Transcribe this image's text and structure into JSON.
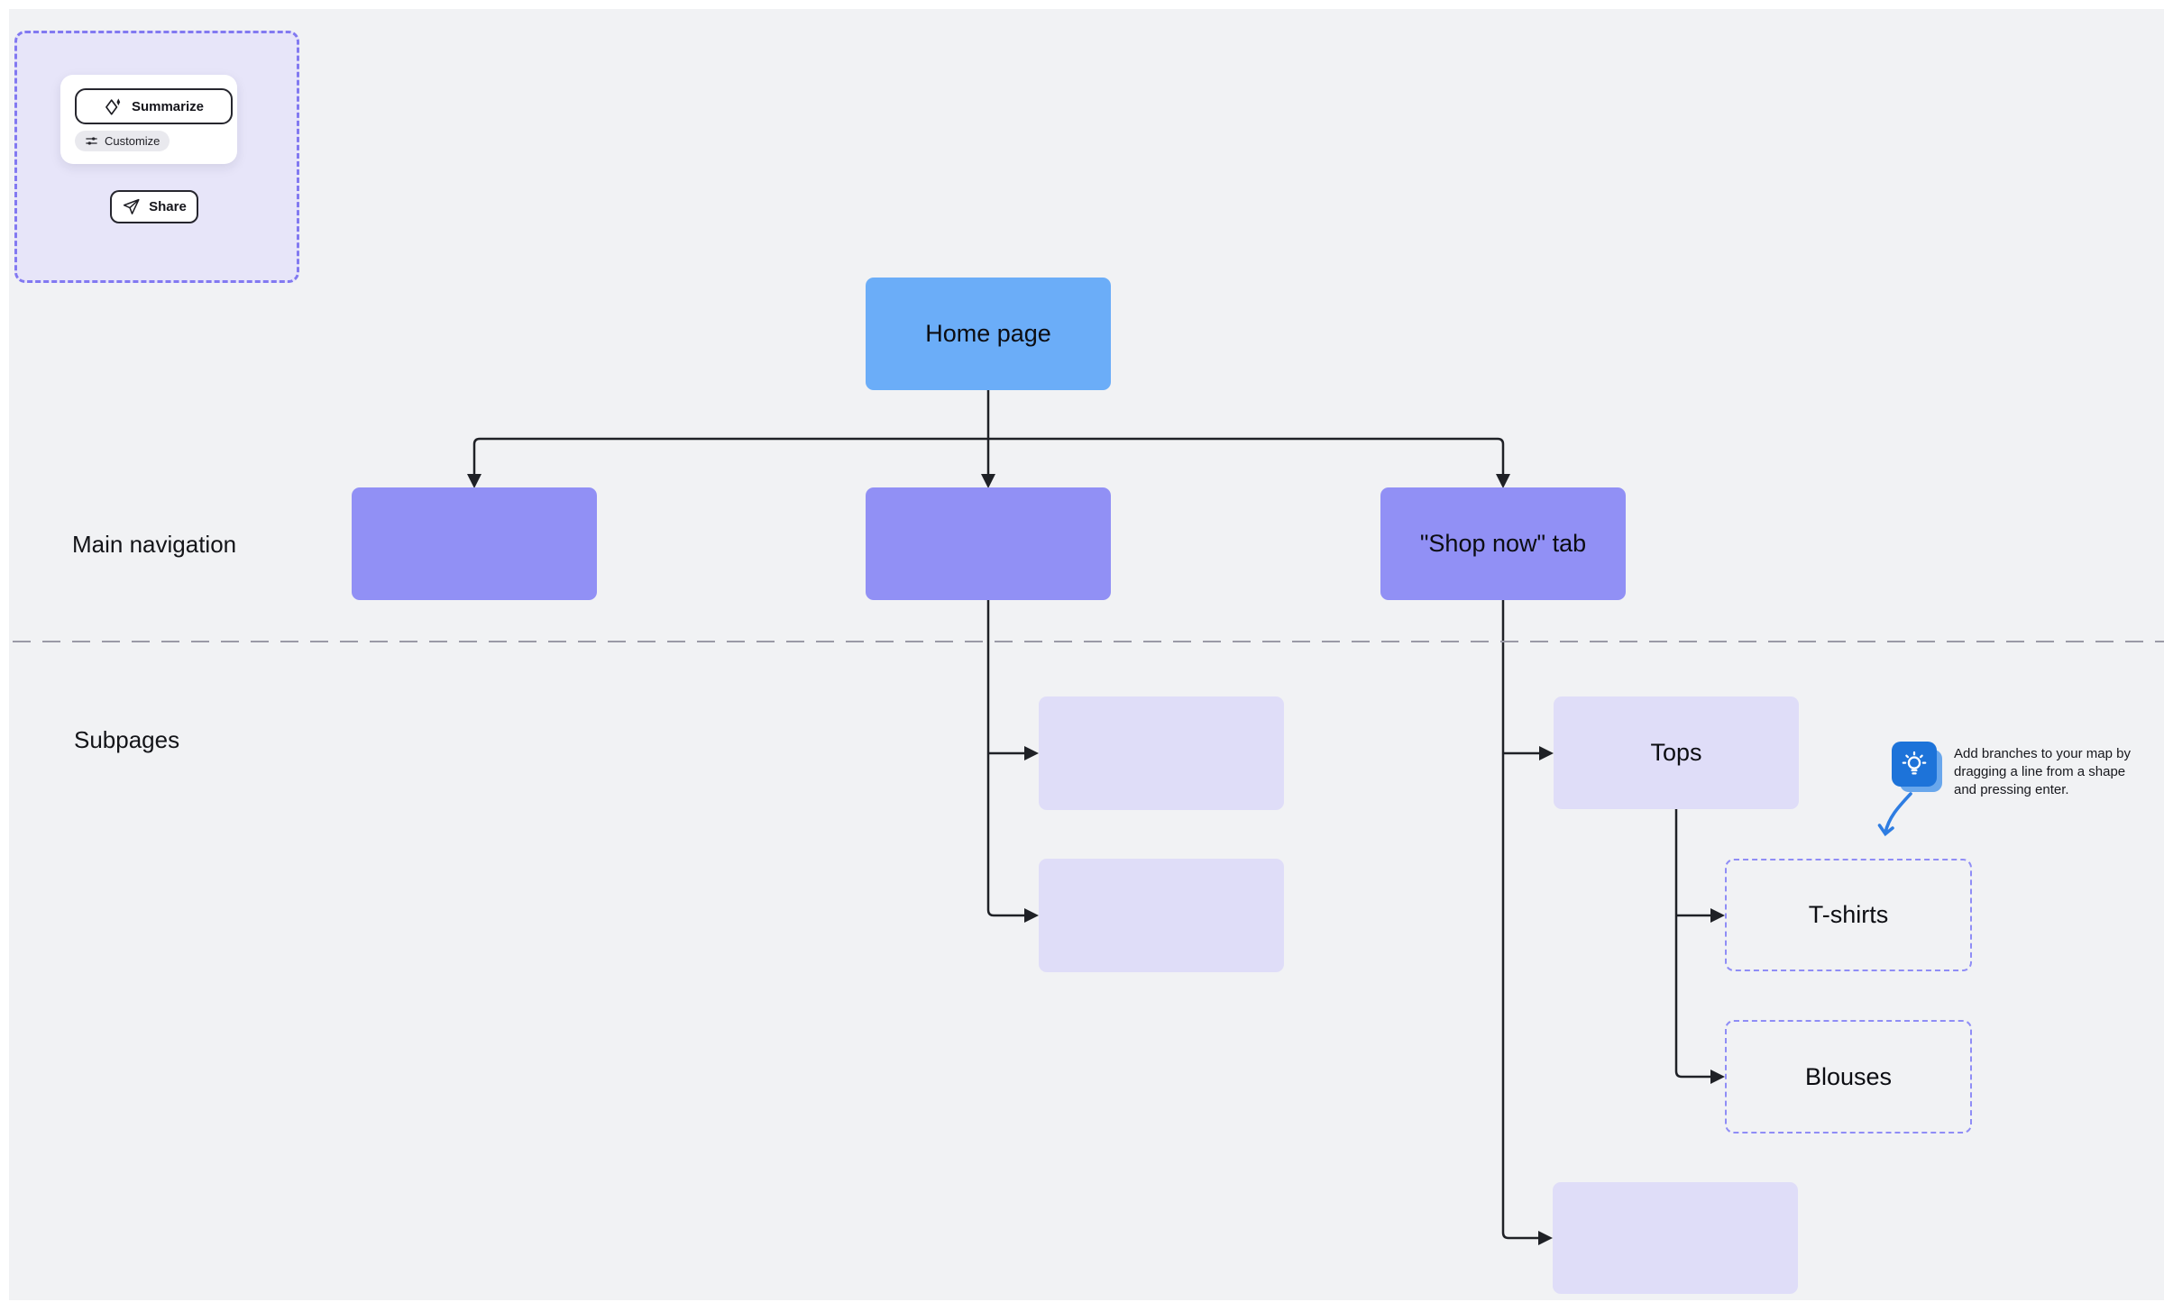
{
  "page": {
    "background": "#ffffff",
    "canvas_background": "#f1f2f4"
  },
  "context_toolbar": {
    "summarize_label": "Summarize",
    "customize_label": "Customize",
    "share_label": "Share"
  },
  "row_labels": {
    "main_navigation": "Main navigation",
    "subpages": "Subpages"
  },
  "nodes": {
    "home_page": {
      "label": "Home page",
      "fill": "#6badf8"
    },
    "nav_left": {
      "label": "",
      "fill": "#9190f5"
    },
    "nav_middle": {
      "label": "",
      "fill": "#9190f5"
    },
    "shop_now_tab": {
      "label": "\"Shop now\" tab",
      "fill": "#9190f5"
    },
    "subpage_middle_1": {
      "label": "",
      "fill": "#dfddf8"
    },
    "subpage_middle_2": {
      "label": "",
      "fill": "#dfddf8"
    },
    "tops": {
      "label": "Tops",
      "fill": "#dfddf8"
    },
    "t_shirts": {
      "label": "T-shirts",
      "style": "dashed-outline"
    },
    "blouses": {
      "label": "Blouses",
      "style": "dashed-outline"
    },
    "subpage_shop_bottom": {
      "label": "",
      "fill": "#dfddf8"
    }
  },
  "tip": {
    "icon": "lightbulb-icon",
    "line1": "Add branches to your map by",
    "line2": "dragging a line from a shape",
    "line3": "and pressing enter."
  },
  "colors": {
    "selection_border": "#8279f1",
    "selection_fill": "#e7e5f9",
    "node_blue": "#6badf8",
    "node_purple": "#9190f5",
    "node_lavender": "#dfddf8",
    "dashed_node_border": "#8f8df6",
    "connector": "#1f2126",
    "divider": "#9a9aa6",
    "tip_icon_blue": "#1d73d9",
    "tip_arrow_blue": "#2e7de2"
  }
}
